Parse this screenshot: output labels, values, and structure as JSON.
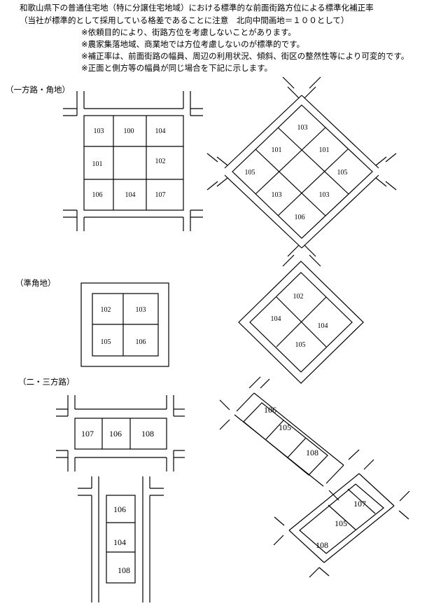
{
  "header": {
    "title": "和歌山県下の普通住宅地（特に分譲住宅地域）における標準的な前面街路方位による標準化補正率",
    "subtitle": "（当社が標準的として採用している格差であることに注意　北向中間画地＝１００として）",
    "notes": [
      "※依頼目的により、街路方位を考慮しないことがあります。",
      "※農家集落地域、商業地では方位考慮しないのが標準的です。",
      "※補正率は、前面街路の幅員、周辺の利用状況、傾斜、街区の整然性等により可変的です。",
      "※正面と側方等の幅員が同じ場合を下記に示します。"
    ]
  },
  "sections": {
    "corner": "（一方路・角地）",
    "quasi_corner": "（準角地）",
    "two_three_road": "（二・三方路）"
  },
  "lots": {
    "grid_square": [
      "103",
      "100",
      "104",
      "101",
      "102",
      "106",
      "104",
      "107"
    ],
    "grid_diamond": [
      "103",
      "101",
      "101",
      "105",
      "105",
      "103",
      "103",
      "106"
    ],
    "quasi_square": [
      "102",
      "103",
      "105",
      "106"
    ],
    "quasi_diamond": [
      "102",
      "104",
      "104",
      "105"
    ],
    "strip_horizontal": [
      "107",
      "106",
      "108"
    ],
    "strip_vertical": [
      "106",
      "104",
      "108"
    ],
    "strip_diag_upper": [
      "106",
      "105",
      "108"
    ],
    "strip_diag_lower": [
      "107",
      "105",
      "108"
    ]
  }
}
